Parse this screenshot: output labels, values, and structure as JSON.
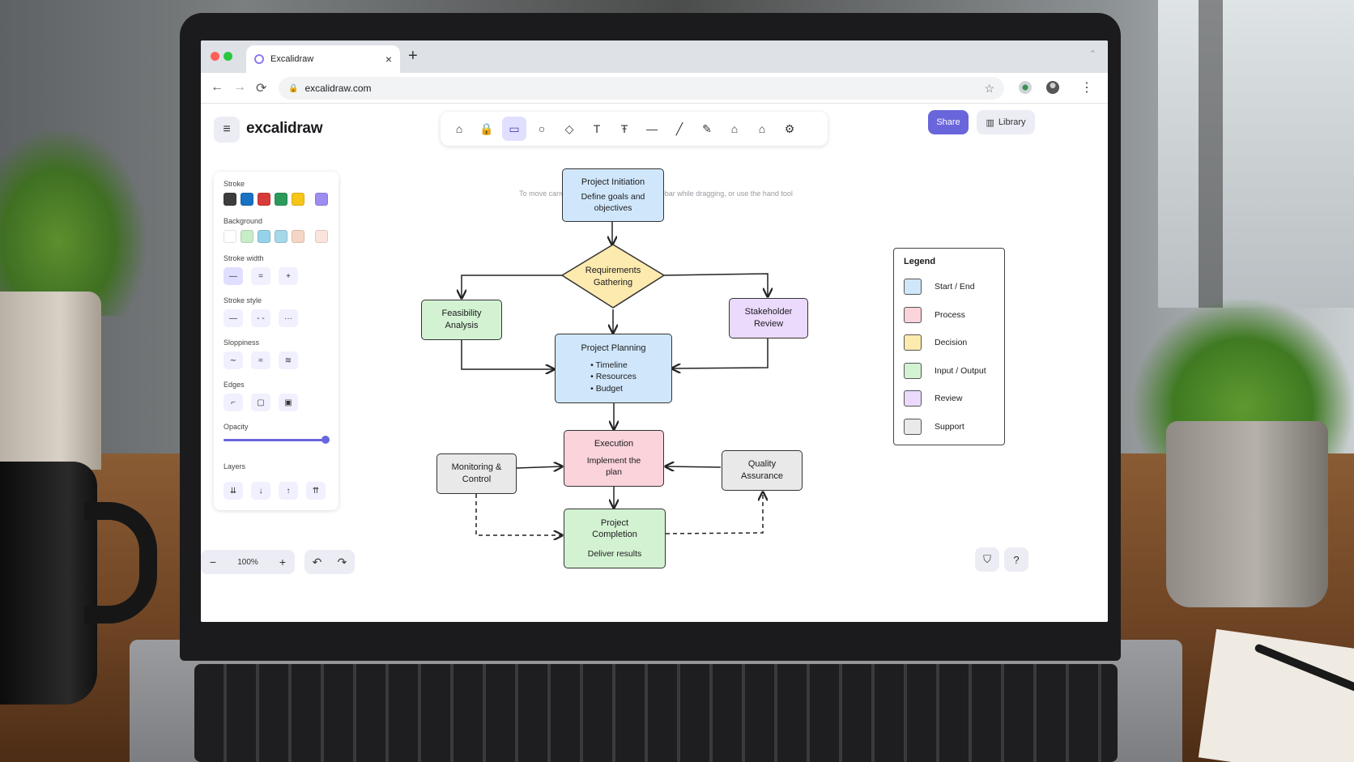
{
  "browser": {
    "tab_title": "Excalidraw",
    "tab_close": "×",
    "new_tab": "+",
    "url": "excalidraw.com",
    "icons": {
      "back": "←",
      "forward": "→",
      "reload": "⟳",
      "lock": "🔒",
      "bookmark": "☆",
      "kebab": "⋮"
    }
  },
  "app": {
    "brand": "excalidraw",
    "menu_icon": "≡",
    "hint": "To move canvas, hold mouse wheel or spacebar while dragging, or use the hand tool",
    "share_label": "Share",
    "library_label": "Library",
    "toolbar_tools": [
      {
        "name": "lock-tool",
        "glyph": "⌂"
      },
      {
        "name": "lock-icon-tool",
        "glyph": "🔒"
      },
      {
        "name": "rectangle-tool",
        "glyph": "▭",
        "active": true
      },
      {
        "name": "ellipse-tool",
        "glyph": "○"
      },
      {
        "name": "diamond-tool",
        "glyph": "◇"
      },
      {
        "name": "text-tool",
        "glyph": "T"
      },
      {
        "name": "text-alt-tool",
        "glyph": "Ŧ"
      },
      {
        "name": "line-tool",
        "glyph": "—"
      },
      {
        "name": "arrow-tool",
        "glyph": "╱"
      },
      {
        "name": "draw-tool",
        "glyph": "✎"
      },
      {
        "name": "image-tool",
        "glyph": "⌂"
      },
      {
        "name": "eraser-tool",
        "glyph": "⌂"
      },
      {
        "name": "extra-tool",
        "glyph": "⚙"
      }
    ],
    "properties": {
      "stroke_label": "Stroke",
      "stroke_colors": [
        "#3d3d3d",
        "#1971c2",
        "#d83a3a",
        "#2b9a5a",
        "#f5c518",
        "#9f8cf0"
      ],
      "background_label": "Background",
      "background_colors": [
        "#ffffff",
        "#c8ecc8",
        "#96d2ea",
        "#a5d8e8",
        "#f5d6c4",
        "#fbe4dc"
      ],
      "stroke_width_label": "Stroke width",
      "stroke_width_options": [
        "—",
        "=",
        "+"
      ],
      "stroke_style_label": "Stroke style",
      "stroke_style_options": [
        "—",
        "- -",
        "···"
      ],
      "sloppiness_label": "Sloppiness",
      "sloppiness_options": [
        "∼",
        "≈",
        "≋"
      ],
      "edges_label": "Edges",
      "edges_options": [
        "⌐",
        "▢",
        "▣"
      ],
      "opacity_label": "Opacity",
      "opacity_value": 100,
      "layers_label": "Layers",
      "layers_options": [
        "⇊",
        "↓",
        "↑",
        "⇈"
      ]
    },
    "legend": {
      "title": "Legend",
      "items": [
        {
          "label": "Start / End",
          "color": "#d0e7fb"
        },
        {
          "label": "Process",
          "color": "#fbd3da"
        },
        {
          "label": "Decision",
          "color": "#fdeaae"
        },
        {
          "label": "Input / Output",
          "color": "#d3f2d1"
        },
        {
          "label": "Review",
          "color": "#ebdafc"
        },
        {
          "label": "Support",
          "color": "#e9e9e9"
        }
      ]
    },
    "diagram": {
      "initiation": {
        "title": "Project Initiation",
        "sub": "Define goals and objectives"
      },
      "requirements": {
        "title": "Requirements Gathering"
      },
      "feasibility": {
        "title": "Feasibility Analysis"
      },
      "stakeholder": {
        "title": "Stakeholder Review"
      },
      "planning": {
        "title": "Project Planning",
        "bullets": [
          "Timeline",
          "Resources",
          "Budget"
        ]
      },
      "execution": {
        "title": "Execution",
        "sub": "Implement the plan"
      },
      "monitoring": {
        "title": "Monitoring & Control"
      },
      "quality": {
        "title": "Quality Assurance"
      },
      "completion": {
        "title": "Project Completion",
        "sub": "Deliver results"
      }
    },
    "zoom": {
      "minus": "−",
      "value": "100%",
      "plus": "+"
    },
    "undo_icon": "↶",
    "redo_icon": "↷",
    "shield_icon": "⛉",
    "help_label": "?"
  }
}
